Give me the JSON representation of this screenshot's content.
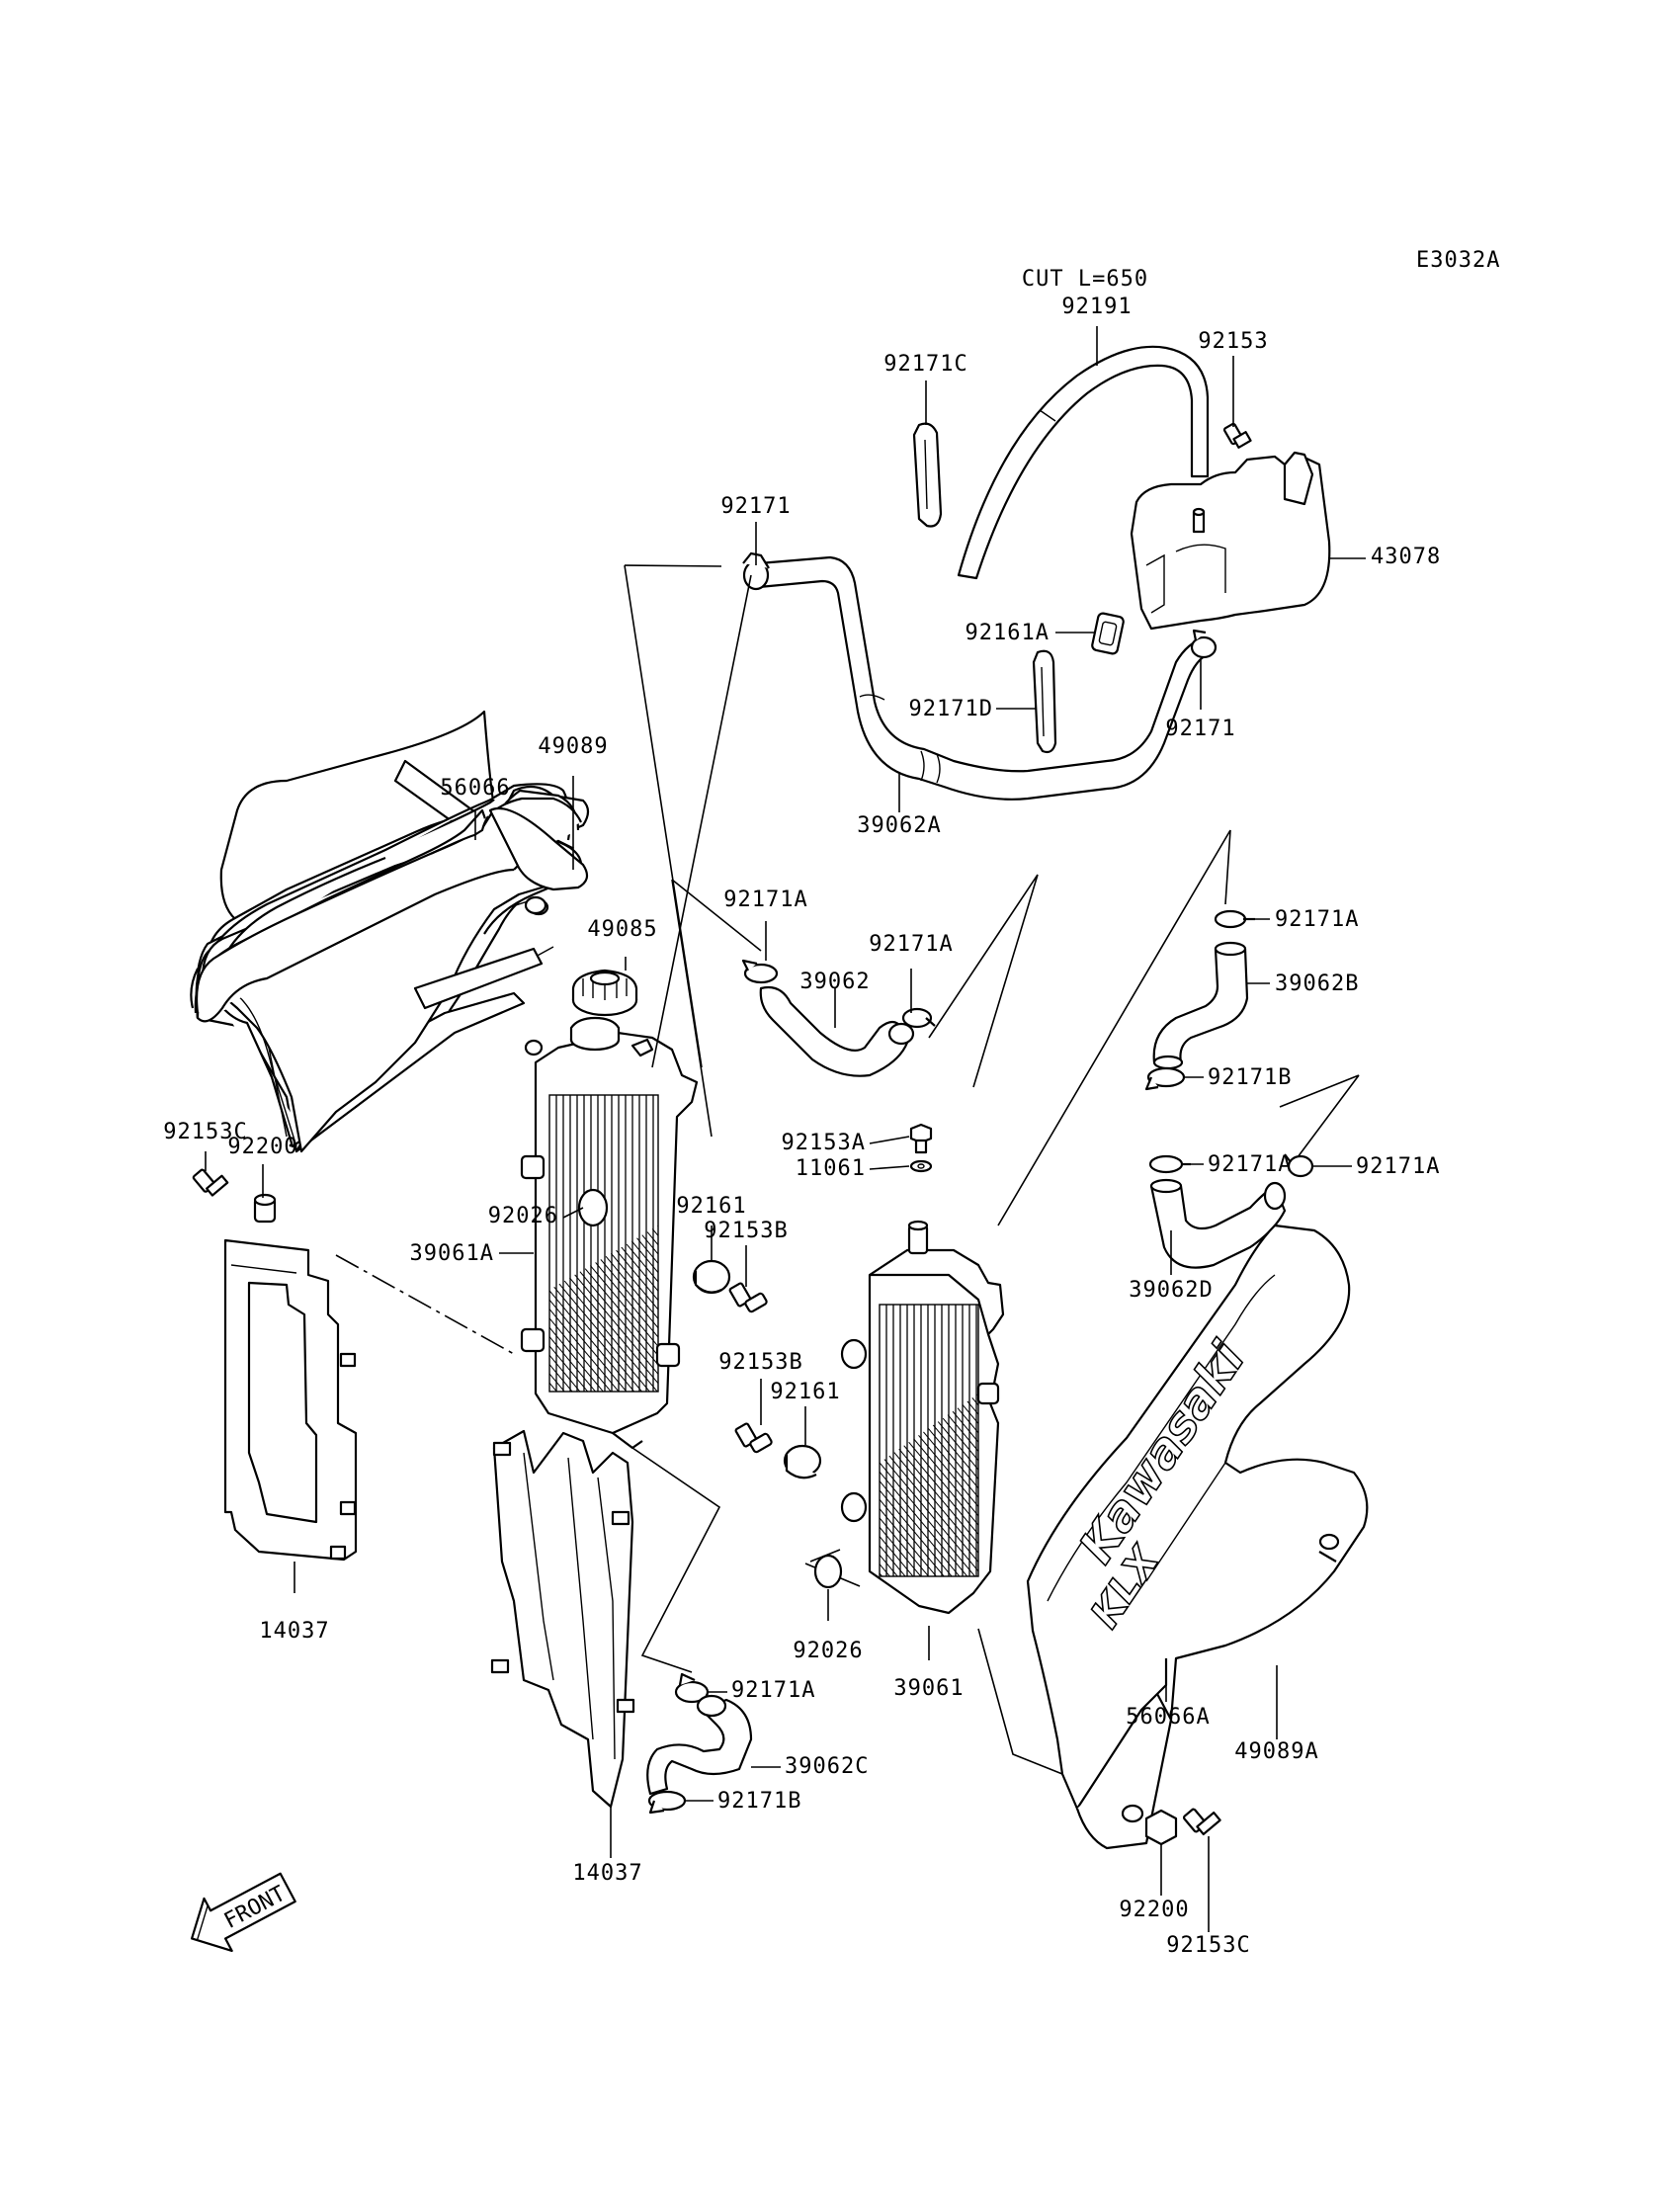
{
  "diagram_code": "E3032A",
  "hose_note": "CUT L=650",
  "front_label": "FRONT",
  "logo_text": "Kawasaki",
  "logo_model": "KLX",
  "callouts": {
    "p92191": "92191",
    "p92153": "92153",
    "p92171C": "92171C",
    "p92171_top": "92171",
    "p43078": "43078",
    "p92161A": "92161A",
    "p92171D": "92171D",
    "p92171_right": "92171",
    "p39062A": "39062A",
    "p49089": "49089",
    "p56066": "56066",
    "p49085": "49085",
    "p92171A_1": "92171A",
    "p92171A_2": "92171A",
    "p39062": "39062",
    "p92171A_3": "92171A",
    "p39062B": "39062B",
    "p92171B_1": "92171B",
    "p92171A_4": "92171A",
    "p92171A_5": "92171A",
    "p39062D": "39062D",
    "p92153C_left": "92153C",
    "p92200_left": "92200",
    "p92026_top": "92026",
    "p39061A": "39061A",
    "p92161_top": "92161",
    "p92153B_top": "92153B",
    "p92153A": "92153A",
    "p11061": "11061",
    "p92153B_mid": "92153B",
    "p92161_mid": "92161",
    "p14037_left": "14037",
    "p92026_bottom": "92026",
    "p39061": "39061",
    "p56066A": "56066A",
    "p49089A": "49089A",
    "p92171A_6": "92171A",
    "p39062C": "39062C",
    "p92171B_2": "92171B",
    "p14037_bottom": "14037",
    "p92200_right": "92200",
    "p92153C_right": "92153C"
  }
}
